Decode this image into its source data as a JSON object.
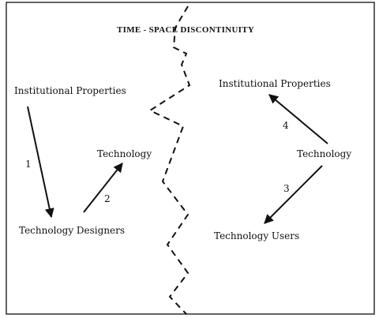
{
  "title": "TIME - SPACE  DISCONTINUITY",
  "left": {
    "top_label": "Institutional Properties",
    "bottom_label": "Technology Designers",
    "mid_label": "Technology",
    "arrow1_num": "1",
    "arrow2_num": "2"
  },
  "right": {
    "top_label": "Institutional Properties",
    "center_label": "Technology",
    "bottom_label": "Technology Users",
    "arrow4_num": "4",
    "arrow3_num": "3"
  }
}
